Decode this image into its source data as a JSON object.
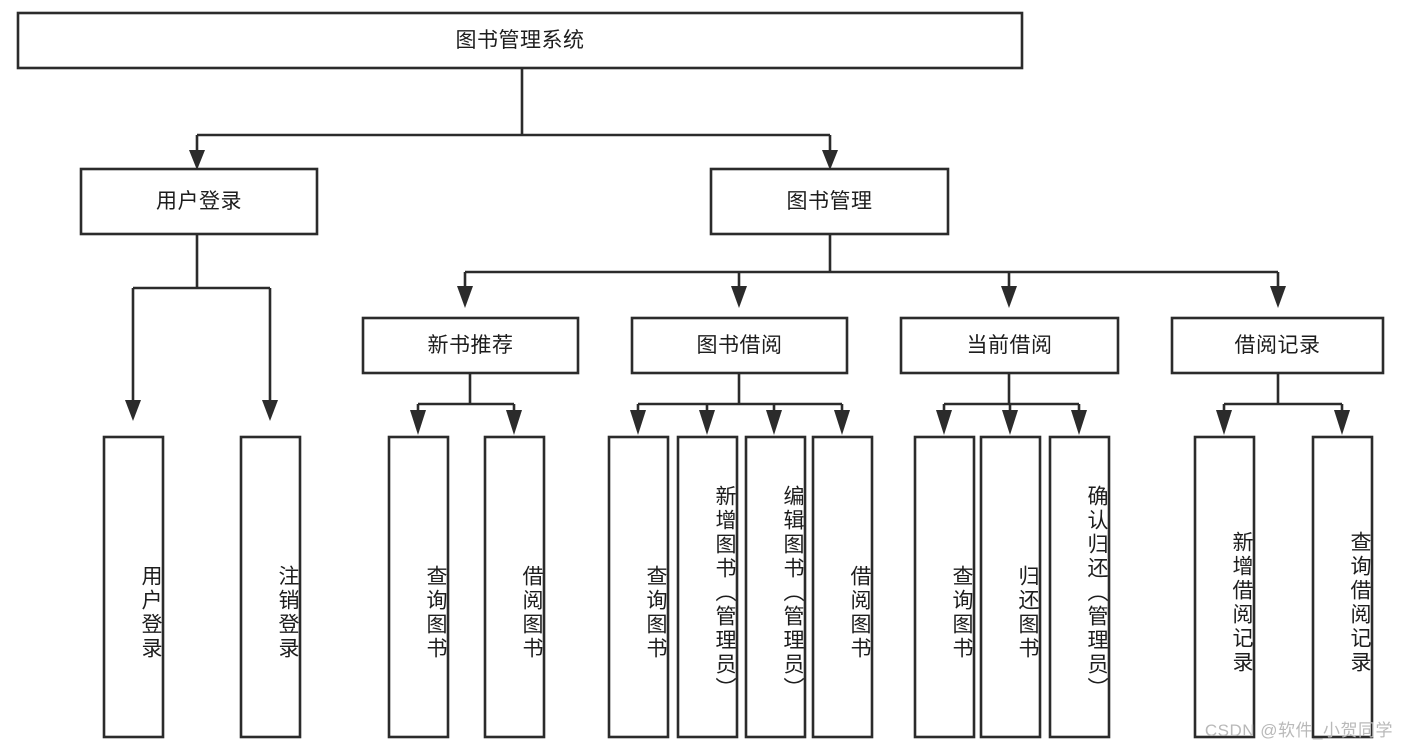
{
  "diagram": {
    "title": "图书管理系统",
    "type": "tree-hierarchy",
    "watermark": "CSDN @软件_小贺同学",
    "colors": {
      "stroke": "#2b2b2b",
      "box_fill": "#ffffff",
      "text": "#1d1d1d",
      "watermark": "#b9b9b9",
      "background": "#ffffff"
    },
    "nodes": {
      "root": {
        "label": "图书管理系统",
        "level": 0,
        "orientation": "horizontal"
      },
      "l1": [
        {
          "id": "user-login",
          "label": "用户登录",
          "orientation": "horizontal"
        },
        {
          "id": "book-management",
          "label": "图书管理",
          "orientation": "horizontal"
        }
      ],
      "l2": [
        {
          "id": "new-book-recommend",
          "label": "新书推荐",
          "parent": "book-management",
          "orientation": "horizontal"
        },
        {
          "id": "book-borrow",
          "label": "图书借阅",
          "parent": "book-management",
          "orientation": "horizontal"
        },
        {
          "id": "current-borrow",
          "label": "当前借阅",
          "parent": "book-management",
          "orientation": "horizontal"
        },
        {
          "id": "borrow-record",
          "label": "借阅记录",
          "parent": "book-management",
          "orientation": "horizontal"
        }
      ],
      "leaves": [
        {
          "id": "leaf-user-login",
          "label": "用户登录",
          "parent": "user-login",
          "orientation": "vertical"
        },
        {
          "id": "leaf-user-logout",
          "label": "注销登录",
          "parent": "user-login",
          "orientation": "vertical"
        },
        {
          "id": "leaf-query-book-1",
          "label": "查询图书",
          "parent": "new-book-recommend",
          "orientation": "vertical"
        },
        {
          "id": "leaf-borrow-book-1",
          "label": "借阅图书",
          "parent": "new-book-recommend",
          "orientation": "vertical"
        },
        {
          "id": "leaf-query-book-2",
          "label": "查询图书",
          "parent": "book-borrow",
          "orientation": "vertical"
        },
        {
          "id": "leaf-add-book",
          "label": "新增图书（管理员）",
          "parent": "book-borrow",
          "orientation": "vertical"
        },
        {
          "id": "leaf-edit-book",
          "label": "编辑图书（管理员）",
          "parent": "book-borrow",
          "orientation": "vertical"
        },
        {
          "id": "leaf-borrow-book-2",
          "label": "借阅图书",
          "parent": "book-borrow",
          "orientation": "vertical"
        },
        {
          "id": "leaf-query-book-3",
          "label": "查询图书",
          "parent": "current-borrow",
          "orientation": "vertical"
        },
        {
          "id": "leaf-return-book",
          "label": "归还图书",
          "parent": "current-borrow",
          "orientation": "vertical"
        },
        {
          "id": "leaf-confirm-return",
          "label": "确认归还（管理员）",
          "parent": "current-borrow",
          "orientation": "vertical"
        },
        {
          "id": "leaf-add-record",
          "label": "新增借阅记录",
          "parent": "borrow-record",
          "orientation": "vertical"
        },
        {
          "id": "leaf-query-record",
          "label": "查询借阅记录",
          "parent": "borrow-record",
          "orientation": "vertical"
        }
      ]
    }
  }
}
